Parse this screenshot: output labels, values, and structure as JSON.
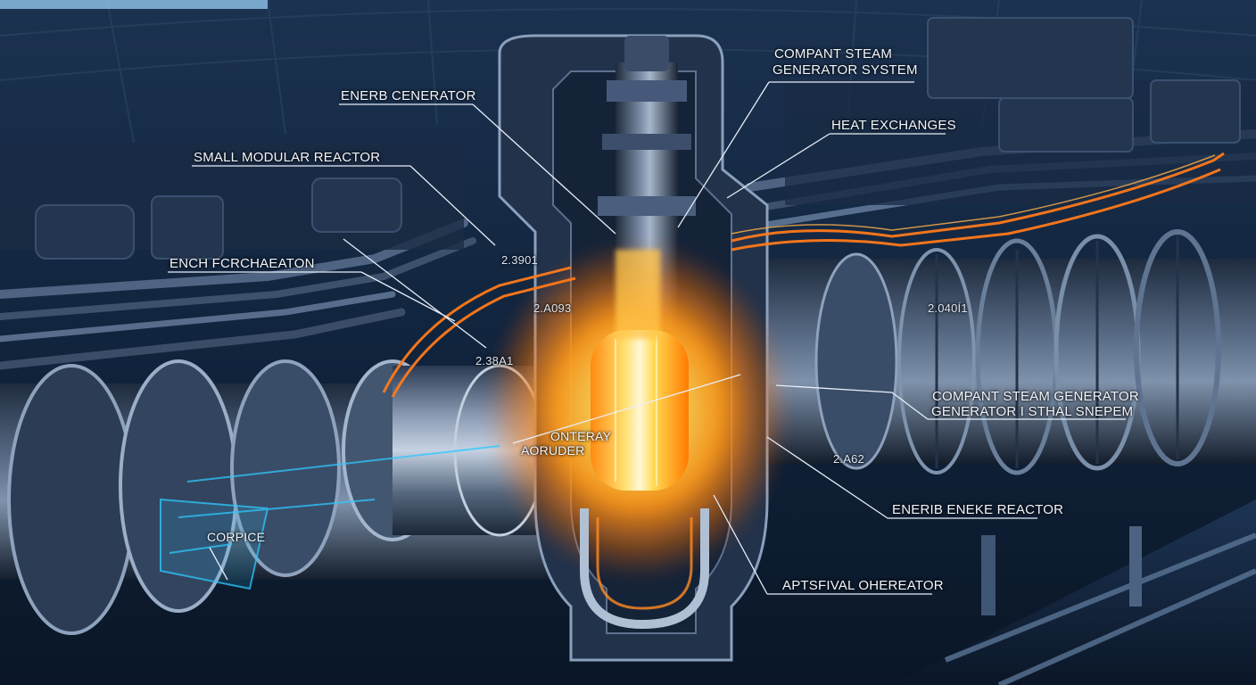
{
  "labels": {
    "energy_generator": "ENERB CENERATOR",
    "small_modular_reactor": "SMALL MODULAR REACTOR",
    "enchr_generator": "ENCH FCRCHAEATON",
    "compact_steam_generator_system_line1": "COMPANT STEAM",
    "compact_steam_generator_system_line2": "GENERATOR SYSTEM",
    "heat_exchanges": "HEAT EXCHANGES",
    "compant_steam_generator_line1": "COMPANT STEAM GENERATOR",
    "compant_steam_generator_line2": "GENERATOR I STHAL SNEPEM",
    "enerb_eneke_reactor": "ENERIB ENEKE REACTOR",
    "aptsfival_oheneator": "APTSFIVAL OHEREATOR",
    "onteray_aoruder_line1": "ONTERAY",
    "onteray_aoruder_line2": "AORUDER",
    "corpice": "CORPICE"
  },
  "readouts": {
    "r1": "2.3901",
    "r2": "2.A093",
    "r3": "2.38A1",
    "r4": "2.040Í1",
    "r5": "2.A62"
  },
  "colors": {
    "background": "#0b1a2c",
    "steel": "#4a5d78",
    "core_glow": "#ffb020",
    "pipe_glow": "#ff7a1a",
    "holo_cyan": "#2ec8ff",
    "leader_line": "#e8eef8"
  }
}
